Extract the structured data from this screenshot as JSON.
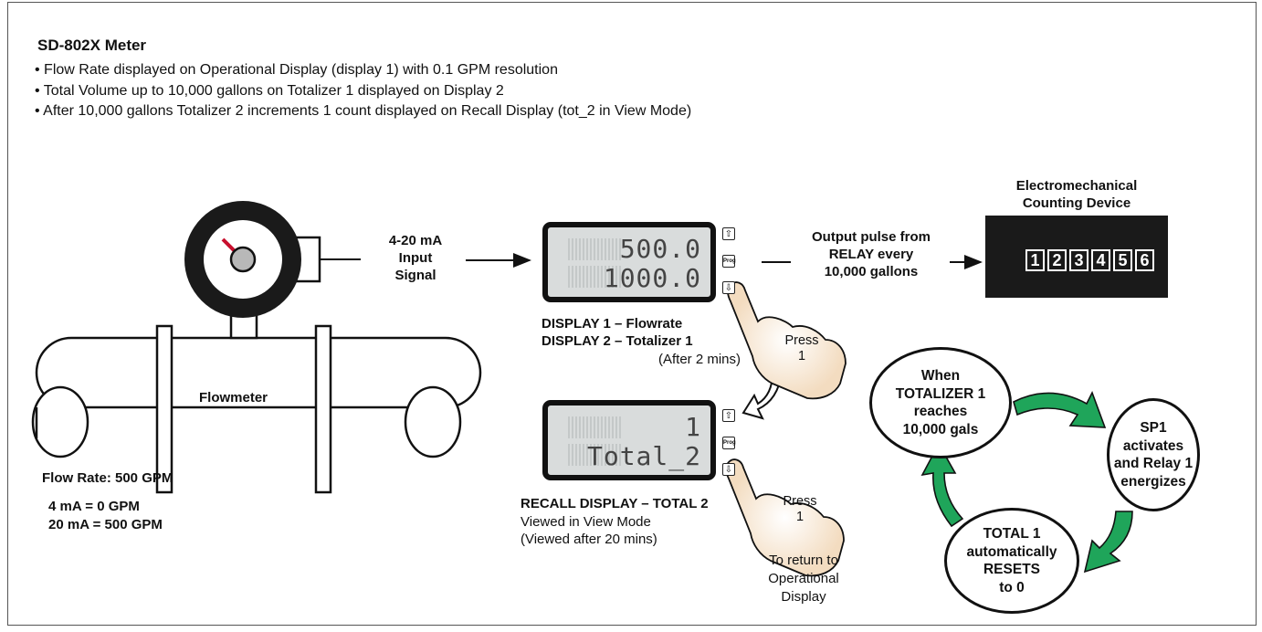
{
  "header": {
    "title": "SD-802X Meter",
    "bullets": [
      "• Flow Rate displayed on Operational Display (display 1) with 0.1 GPM resolution",
      "• Total Volume up to 10,000 gallons on Totalizer 1 displayed on Display 2",
      "• After 10,000 gallons Totalizer 2 increments 1 count displayed on Recall Display (tot_2 in View Mode)"
    ]
  },
  "flowmeter": {
    "label": "Flowmeter",
    "flow_rate": "Flow Rate: 500 GPM",
    "scale_low": "4 mA = 0 GPM",
    "scale_high": "20 mA = 500 GPM"
  },
  "signal": {
    "line1": "4-20 mA",
    "line2": "Input",
    "line3": "Signal"
  },
  "display_top": {
    "line1": "500.0",
    "line2": "1000.0",
    "caption1": "DISPLAY 1 – Flowrate",
    "caption2": "DISPLAY 2 – Totalizer 1",
    "caption3": "(After 2 mins)"
  },
  "display_recall": {
    "line1": "1",
    "line2": "Total_2",
    "caption1": "RECALL DISPLAY – TOTAL 2",
    "caption2": "Viewed in View Mode",
    "caption3": "(Viewed after 20 mins)"
  },
  "buttons": {
    "up": "⇧",
    "prog": "Prog",
    "down": "⇩"
  },
  "press_top": {
    "line1": "Press",
    "line2": "1"
  },
  "press_bottom": {
    "line1": "Press",
    "line2": "1"
  },
  "return_note": {
    "line1": "To return to",
    "line2": "Operational",
    "line3": "Display"
  },
  "output": {
    "line1": "Output pulse from",
    "line2": "RELAY every",
    "line3": "10,000 gallons"
  },
  "counter": {
    "title1": "Electromechanical",
    "title2": "Counting Device",
    "digits": [
      "1",
      "2",
      "3",
      "4",
      "5",
      "6"
    ]
  },
  "cycle": {
    "when": {
      "line1": "When",
      "line2": "TOTALIZER 1",
      "line3": "reaches",
      "line4": "10,000 gals"
    },
    "sp1": {
      "line1": "SP1",
      "line2": "activates",
      "line3": "and Relay 1",
      "line4": "energizes"
    },
    "reset": {
      "line1": "TOTAL 1",
      "line2": "automatically",
      "line3": "RESETS",
      "line4": "to 0"
    },
    "arrow_color": "#1fa55a"
  }
}
